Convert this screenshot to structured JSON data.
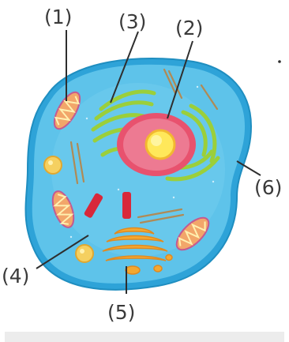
{
  "diagram": {
    "labels": {
      "l1": "(1)",
      "l2": "(2)",
      "l3": "(3)",
      "l4": "(4)",
      "l5": "(5)",
      "l6": "(6)"
    },
    "colors": {
      "cytoplasm": "#5ec3ea",
      "membrane": "#2ea3d8",
      "nucleus": "#e8526e",
      "nucleus_inner": "#f09ab0",
      "nucleolus": "#ffe85a",
      "endoplasmic_reticulum": "#9bcf3a",
      "golgi": "#f4a830",
      "mitochondria": "#f2a66a",
      "centriole": "#d8283a",
      "vesicle": "#f5d060"
    }
  }
}
